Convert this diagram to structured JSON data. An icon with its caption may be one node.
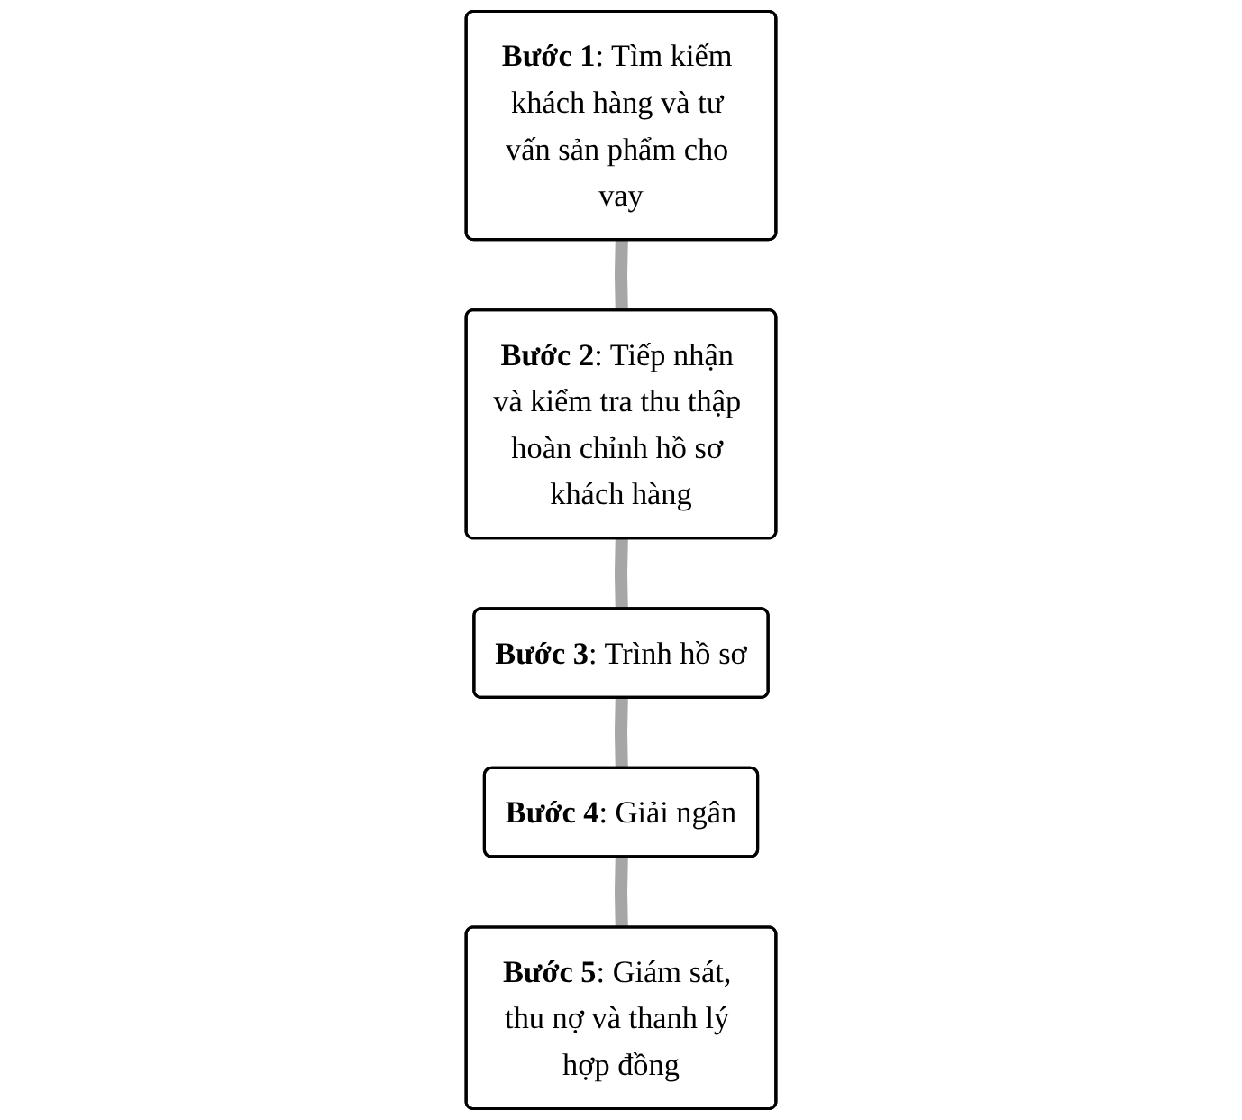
{
  "diagram": {
    "nodes": [
      {
        "text": [
          "**Bước 1**: Tìm kiếm khách hàng và tư vấn sản phẩm cho vay"
        ]
      },
      {
        "text": [
          "**Bước 2**: Tiếp nhận và kiểm tra thu thập hoàn chỉnh hồ sơ khách hàng"
        ]
      },
      {
        "text": [
          "**Bước 3**: Trình hồ sơ"
        ]
      },
      {
        "text": [
          "**Bước 4**: Giải ngân"
        ]
      },
      {
        "text": [
          "**Bước 5**: Giám sát, thu nợ và thanh lý hợp đồng"
        ]
      }
    ],
    "edges": [
      {
        "from": 0,
        "to": 1,
        "arrow": "none"
      },
      {
        "from": 1,
        "to": 2,
        "arrow": "none"
      },
      {
        "from": 2,
        "to": 3,
        "arrow": "none"
      },
      {
        "from": 3,
        "to": 4,
        "arrow": "none"
      }
    ]
  }
}
